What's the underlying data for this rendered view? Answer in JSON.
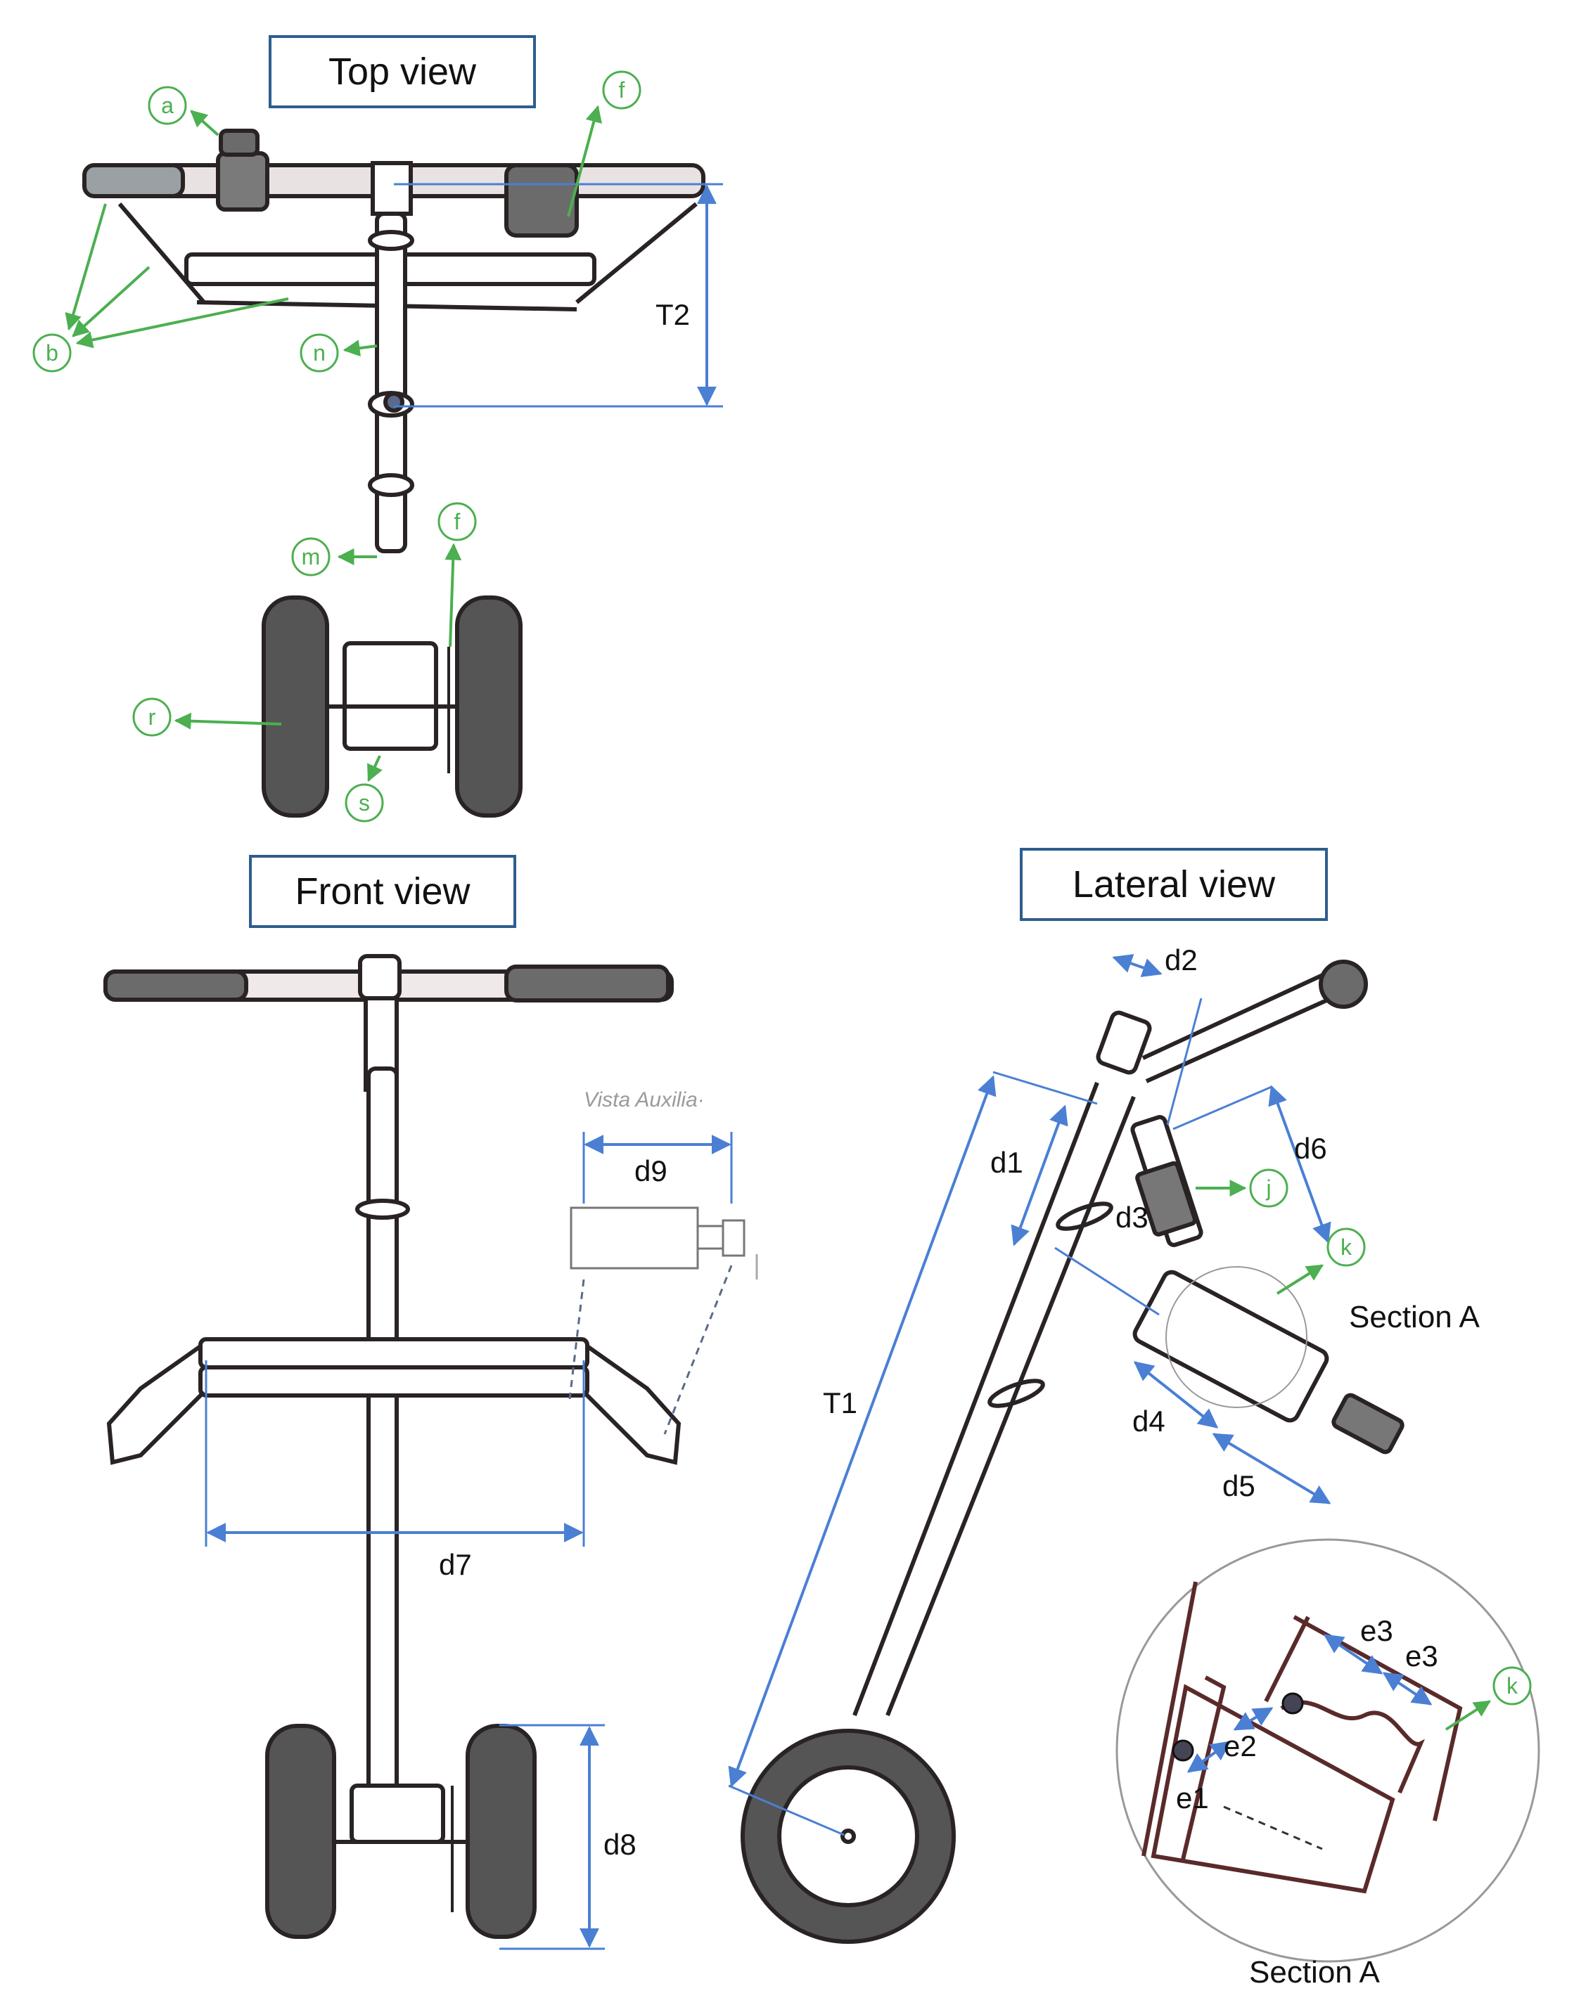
{
  "views": {
    "top": "Top view",
    "front": "Front view",
    "lateral": "Lateral view"
  },
  "callouts": {
    "a": "a",
    "b": "b",
    "f_top": "f",
    "f_stem": "f",
    "n": "n",
    "m": "m",
    "r": "r",
    "s": "s",
    "j": "j",
    "k": "k",
    "k_detail": "k"
  },
  "dimensions": {
    "T1": "T1",
    "T2": "T2",
    "d1": "d1",
    "d2": "d2",
    "d3": "d3",
    "d4": "d4",
    "d5": "d5",
    "d6": "d6",
    "d7": "d7",
    "d8": "d8",
    "d9": "d9",
    "e1": "e1",
    "e2": "e2",
    "e3a": "e3",
    "e3b": "e3"
  },
  "labels": {
    "vista_auxiliar": "Vista Auxilia·",
    "section_a_lateral": "Section A",
    "section_a_detail": "Section A"
  },
  "colors": {
    "frame_box": "#2e5d8f",
    "dimension_line": "#4a7fd4",
    "callout_green": "#4caf50",
    "frame_ink": "#2a2323",
    "grip_fill": "#6b6b6b",
    "tire_fill": "#555555"
  }
}
